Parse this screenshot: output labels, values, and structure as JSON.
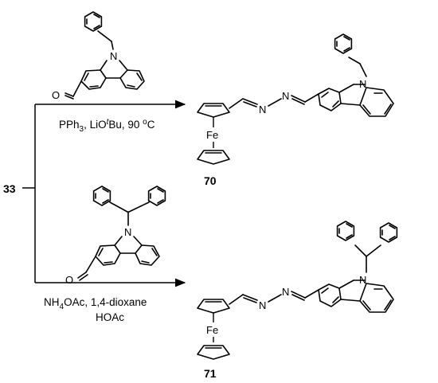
{
  "scheme": {
    "start_compound": "33",
    "atoms": {
      "nitrogen": "N",
      "oxygen": "O",
      "iron": "Fe"
    },
    "reaction_1": {
      "conditions": {
        "prefix": "PPh",
        "sub": "3",
        "mid": ", LiO",
        "sup_t": "t",
        "tail": "Bu, 90 ",
        "sup_o": "o",
        "unit": "C"
      },
      "product_number": "70"
    },
    "reaction_2": {
      "conditions_line1": {
        "a": "NH",
        "a_sub": "4",
        "b": "OAc, 1,4-dioxane"
      },
      "conditions_line2": "HOAc",
      "product_number": "71"
    }
  }
}
